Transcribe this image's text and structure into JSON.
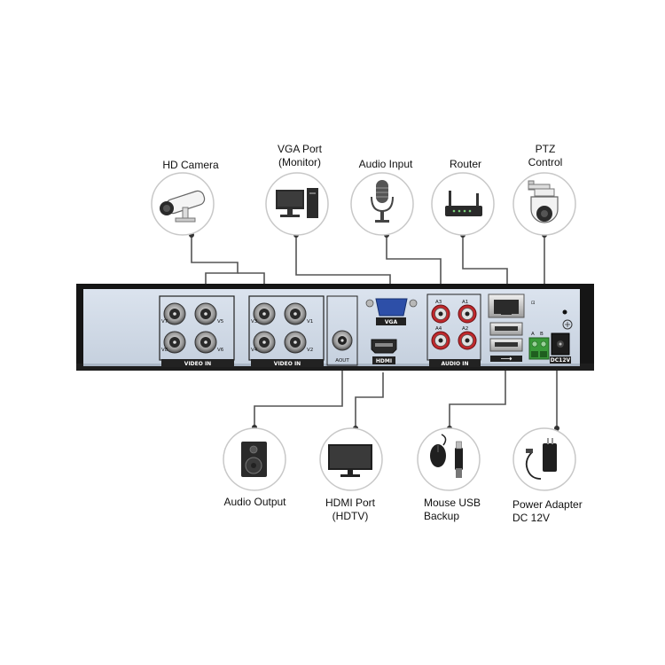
{
  "top_devices": [
    {
      "label1": "HD Camera",
      "label2": "",
      "icon": "hd-camera-icon"
    },
    {
      "label1": "VGA Port",
      "label2": "(Monitor)",
      "icon": "monitor-pc-icon"
    },
    {
      "label1": "Audio Input",
      "label2": "",
      "icon": "microphone-icon"
    },
    {
      "label1": "Router",
      "label2": "",
      "icon": "router-icon"
    },
    {
      "label1": "PTZ",
      "label2": "Control",
      "icon": "ptz-camera-icon"
    }
  ],
  "bottom_devices": [
    {
      "label1": "Audio Output",
      "label2": "",
      "icon": "speaker-icon"
    },
    {
      "label1": "HDMI Port",
      "label2": "(HDTV)",
      "icon": "tv-icon"
    },
    {
      "label1": "Mouse USB",
      "label2": "Backup",
      "icon": "mouse-usb-icon"
    },
    {
      "label1": "Power Adapter",
      "label2": "DC 12V",
      "icon": "power-adapter-icon"
    }
  ],
  "panel": {
    "video_in_label": "VIDEO IN",
    "vga_label": "VGA",
    "hdmi_label": "HDMI",
    "audio_in_label": "AUDIO IN",
    "audio_out_label": "AOUT",
    "power_label": "DC12V",
    "bnc_labels_left": [
      "V7",
      "V5",
      "V8",
      "V6"
    ],
    "bnc_labels_right": [
      "V3",
      "V1",
      "V4",
      "V2"
    ],
    "audio_labels": [
      "A3",
      "A1",
      "A4",
      "A2"
    ]
  },
  "colors": {
    "panel": "#cfd9e6",
    "chassis": "#1b1b1b",
    "terminal_green": "#3a9a3a",
    "rca_red": "#c0282c"
  }
}
